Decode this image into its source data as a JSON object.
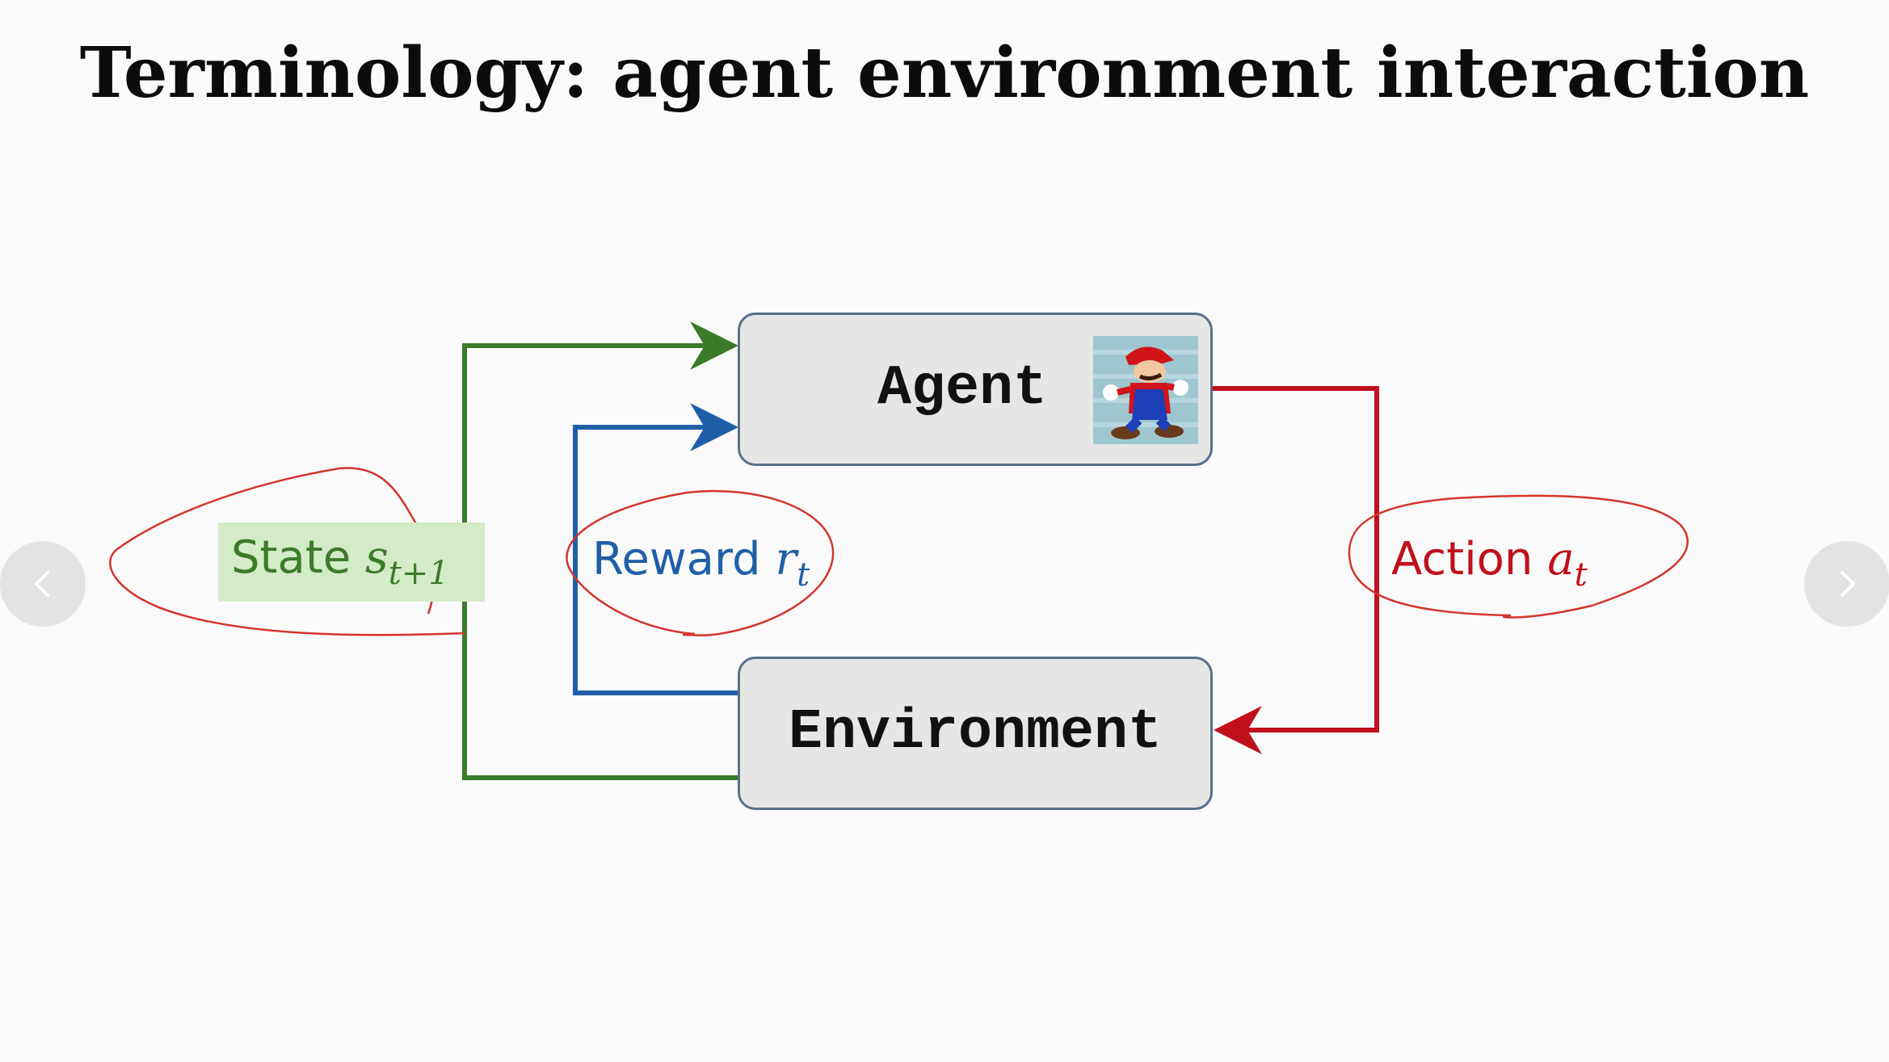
{
  "slide": {
    "title": "Terminology: agent environment interaction"
  },
  "diagram": {
    "agent_label": "Agent",
    "environment_label": "Environment",
    "agent_avatar_icon": "mario-character-icon",
    "state": {
      "text": "State",
      "var": "s",
      "sub": "t+1",
      "color": "#3b7b2a"
    },
    "reward": {
      "text": "Reward",
      "var": "r",
      "sub": "t",
      "color": "#1f5fa8"
    },
    "action": {
      "text": "Action",
      "var": "a",
      "sub": "t",
      "color": "#c0101c"
    }
  },
  "nav": {
    "prev_icon": "chevron-left-icon",
    "next_icon": "chevron-right-icon"
  }
}
